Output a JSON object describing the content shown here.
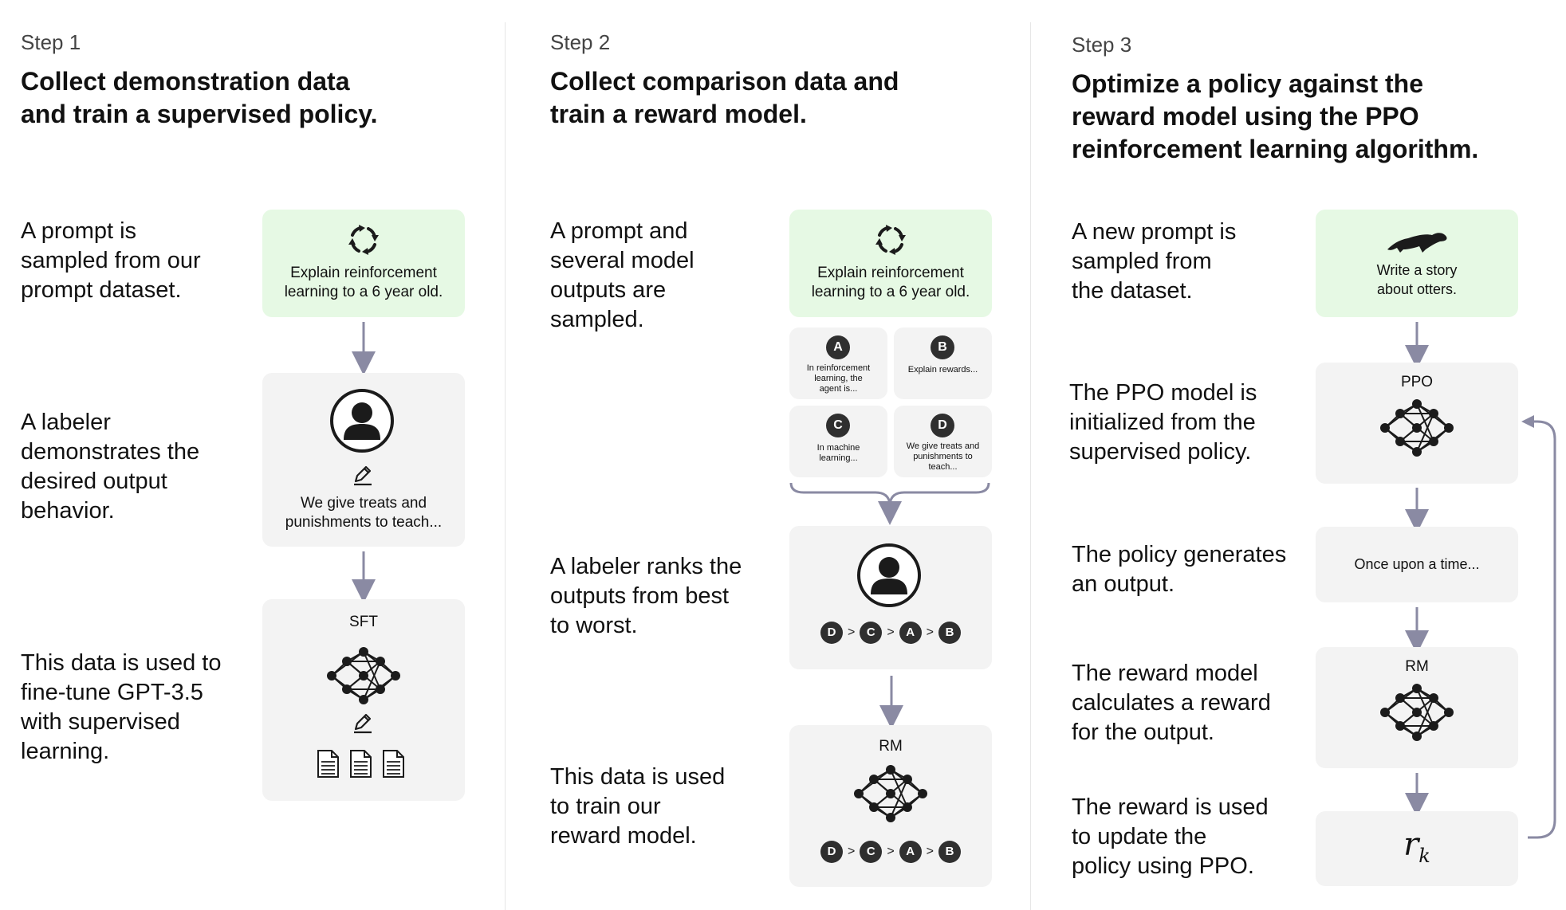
{
  "colors": {
    "prompt_box": "#e6f9e4",
    "step_box": "#f3f3f3",
    "arrow": "#8a8aa3",
    "icon": "#1b1b1b"
  },
  "step1": {
    "label": "Step 1",
    "title_line1": "Collect demonstration data",
    "title_line2": "and train a supervised policy.",
    "desc1": [
      "A prompt is",
      "sampled from our",
      "prompt dataset."
    ],
    "desc2": [
      "A labeler",
      "demonstrates the",
      "desired output",
      "behavior."
    ],
    "desc3": [
      "This data is used to",
      "fine-tune GPT-3.5",
      "with supervised",
      "learning."
    ],
    "prompt": [
      "Explain reinforcement",
      "learning to a 6 year old."
    ],
    "demo_text": [
      "We give treats and",
      "punishments to teach..."
    ],
    "model_label": "SFT",
    "icons": [
      "refresh-icon",
      "person-icon",
      "pencil-icon",
      "network-icon",
      "document-icon"
    ]
  },
  "step2": {
    "label": "Step 2",
    "title_line1": "Collect comparison data and",
    "title_line2": "train a reward model.",
    "desc1": [
      "A prompt and",
      "several model",
      "outputs are",
      "sampled."
    ],
    "desc2": [
      "A labeler ranks the",
      "outputs from best",
      "to worst."
    ],
    "desc3": [
      "This data is used",
      "to train our",
      "reward model."
    ],
    "prompt": [
      "Explain reinforcement",
      "learning to a 6 year old."
    ],
    "outputs": [
      {
        "letter": "A",
        "text": [
          "In reinforcement",
          "learning, the",
          "agent is..."
        ]
      },
      {
        "letter": "B",
        "text": [
          "Explain rewards..."
        ]
      },
      {
        "letter": "C",
        "text": [
          "In machine",
          "learning..."
        ]
      },
      {
        "letter": "D",
        "text": [
          "We give treats and",
          "punishments to",
          "teach..."
        ]
      }
    ],
    "ranking": [
      "D",
      "C",
      "A",
      "B"
    ],
    "rank_separator": ">",
    "model_label": "RM"
  },
  "step3": {
    "label": "Step 3",
    "title_line1": "Optimize a policy against the",
    "title_line2": "reward model using the PPO",
    "title_line3": "reinforcement learning algorithm.",
    "desc1": [
      "A new prompt is",
      "sampled from",
      "the dataset."
    ],
    "desc2": [
      "The PPO model is",
      "initialized from the",
      "supervised policy."
    ],
    "desc3": [
      "The policy generates",
      "an output."
    ],
    "desc4": [
      "The reward model",
      "calculates a reward",
      "for the output."
    ],
    "desc5": [
      "The reward is used",
      "to update the",
      "policy using PPO."
    ],
    "prompt": [
      "Write a story",
      "about otters."
    ],
    "ppo_label": "PPO",
    "output_text": "Once upon a time...",
    "rm_label": "RM",
    "reward_symbol": "r",
    "reward_subscript": "k",
    "icons": [
      "otter-icon",
      "network-icon",
      "feedback-arrow-icon"
    ]
  }
}
